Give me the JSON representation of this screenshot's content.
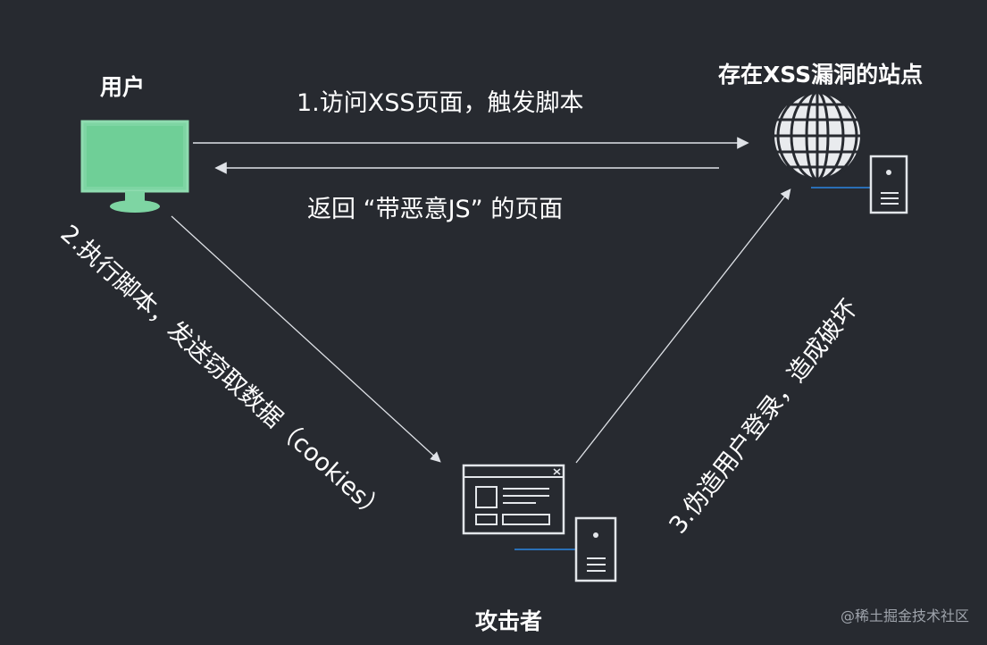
{
  "nodes": {
    "user": {
      "label": "用户"
    },
    "site": {
      "label": "存在XSS漏洞的站点"
    },
    "attacker": {
      "label": "攻击者"
    }
  },
  "steps": {
    "step1_request": "1.访问XSS页面，触发脚本",
    "step1_response": "返回 “带恶意JS” 的页面",
    "step2": "2.执行脚本，发送窃取数据（cookies）",
    "step3": "3.伪造用户登录，造成破坏"
  },
  "watermark": "@稀土掘金技术社区",
  "colors": {
    "background": "#272a30",
    "user_monitor": "#7ed5a3",
    "lines": "#dfe2e7",
    "server_accent": "#2a6fb6"
  },
  "icons": {
    "user": "monitor-icon",
    "site": "globe-icon",
    "site_server": "server-icon",
    "attacker": "browser-window-icon",
    "attacker_server": "server-icon"
  }
}
